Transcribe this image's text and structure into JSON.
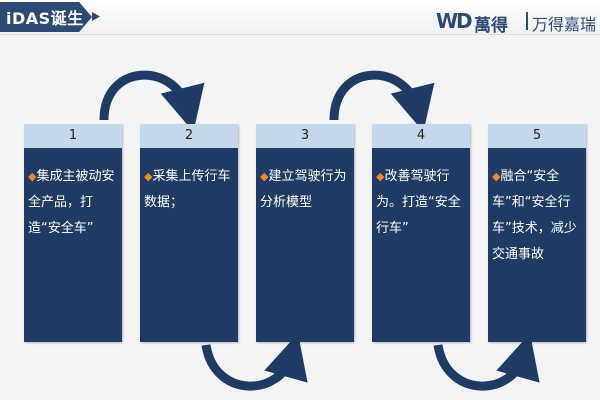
{
  "header": {
    "title": "iDAS诞生",
    "logo_mark": "WD",
    "logo_name_cn": "萬得",
    "logo_name_cn2": "万得嘉瑞"
  },
  "colors": {
    "card_bg": "#1f3b63",
    "card_head_bg": "#c5d7ea",
    "accent_diamond": "#f08a2a",
    "arrow": "#1f3b63"
  },
  "steps": [
    {
      "number": "1",
      "text": "集成主被动安全产品，打造“安全车”"
    },
    {
      "number": "2",
      "text": "采集上传行车数据；"
    },
    {
      "number": "3",
      "text": "建立驾驶行为分析模型"
    },
    {
      "number": "4",
      "text": "改善驾驶行为。打造“安全行车”"
    },
    {
      "number": "5",
      "text": "融合“安全车”和“安全行车”技术，减少交通事故"
    }
  ]
}
